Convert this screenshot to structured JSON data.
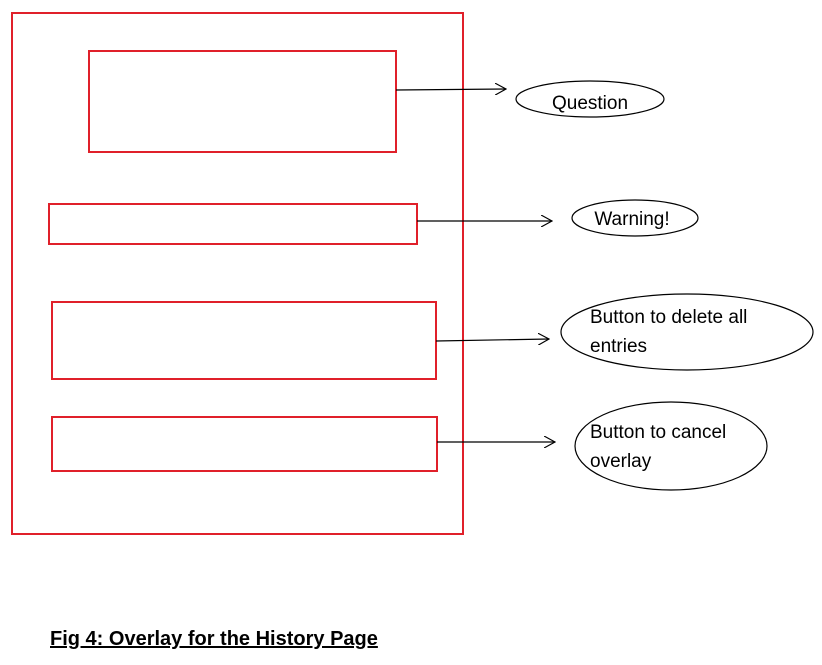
{
  "colors": {
    "box_stroke": "#e0202a",
    "line": "#000000"
  },
  "overlay": {
    "components": [
      {
        "name": "question",
        "label_lines": [
          "Question"
        ]
      },
      {
        "name": "warning",
        "label_lines": [
          "Warning!"
        ]
      },
      {
        "name": "delete-button",
        "label_lines": [
          "Button to delete all",
          "entries"
        ]
      },
      {
        "name": "cancel-button",
        "label_lines": [
          "Button to cancel",
          "overlay"
        ]
      }
    ]
  },
  "caption": "Fig 4: Overlay for the History Page"
}
